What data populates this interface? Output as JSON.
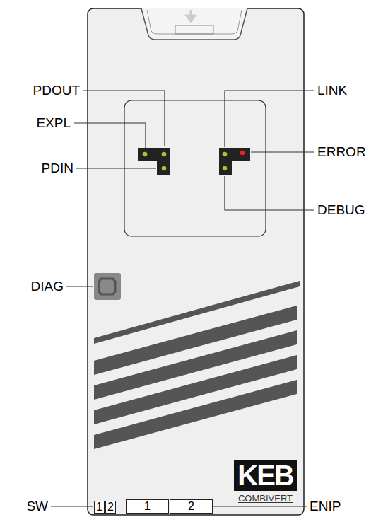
{
  "diagram": {
    "nodes": [
      {
        "text": [
          "1"
        ]
      },
      {
        "text": [
          "2"
        ]
      },
      {
        "text": [
          "1"
        ]
      },
      {
        "text": [
          "2"
        ]
      },
      {
        "text": [
          "KEB",
          "COMBIVERT"
        ]
      }
    ],
    "labels": [
      "PDOUT",
      "EXPL",
      "PDIN",
      "LINK",
      "ERROR",
      "DEBUG",
      "DIAG",
      "SW",
      "ENIP"
    ]
  }
}
